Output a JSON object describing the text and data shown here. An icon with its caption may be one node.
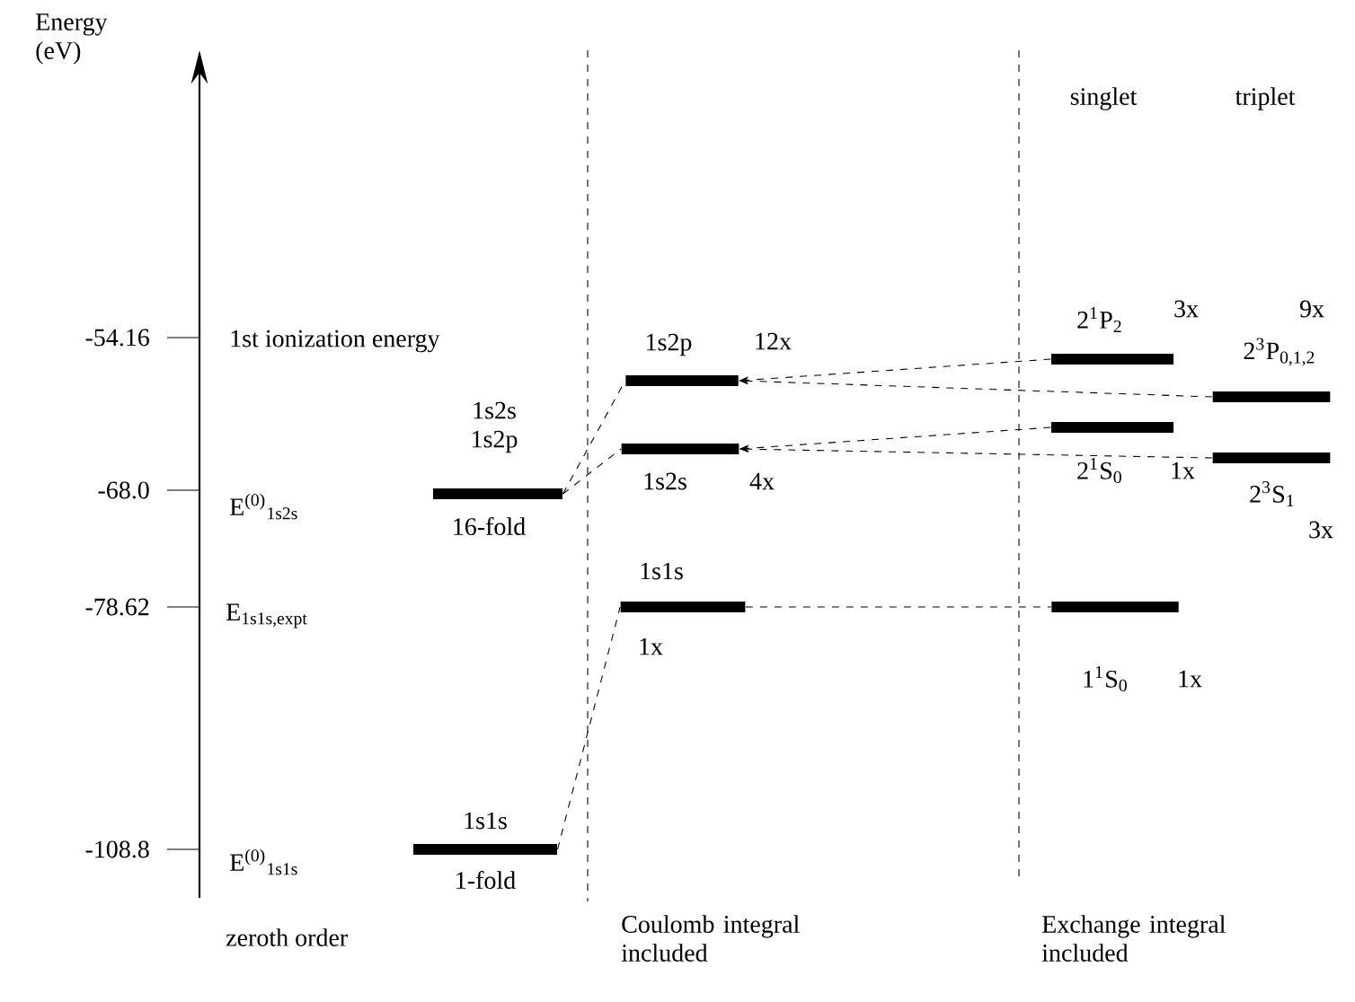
{
  "diagram": {
    "nodes": [
      {
        "text": [
          "1s1s"
        ],
        "beside": [
          "1-fold"
        ]
      },
      {
        "text": [
          "1s2s 1s2p"
        ],
        "beside": [
          "16-fold"
        ]
      },
      {
        "text": [
          "1s2p"
        ],
        "beside": [
          "12x"
        ]
      },
      {
        "text": [
          "1s2s"
        ],
        "beside": [
          "4x"
        ]
      },
      {
        "text": [
          "1s1s"
        ],
        "beside": [
          "1x"
        ]
      },
      {
        "text": [
          "2$^{1}$P$_{2}$"
        ],
        "beside": [
          "3x"
        ]
      },
      {
        "text": [
          "2$^{1}$S$_{0}$"
        ],
        "beside": [
          "1x"
        ]
      },
      {
        "text": [
          "1$^{1}$S$_{0}$"
        ],
        "beside": [
          "1x"
        ]
      },
      {
        "text": [
          "2$^{3}$P$_{0,1,2}$"
        ],
        "beside": [
          "9x"
        ]
      },
      {
        "text": [
          "2$^{3}$S$_{1}$"
        ],
        "beside": [
          "3x"
        ]
      }
    ],
    "edges": [
      {
        "from": 1,
        "to": 2,
        "arrow": "none",
        "style": "dashed"
      },
      {
        "from": 1,
        "to": 3,
        "arrow": "none",
        "style": "dashed"
      },
      {
        "from": 0,
        "to": 4,
        "arrow": "none",
        "style": "dashed"
      },
      {
        "from": 5,
        "to": 2,
        "arrow": "to",
        "style": "dashed"
      },
      {
        "from": 8,
        "to": 2,
        "arrow": "to",
        "style": "dashed"
      },
      {
        "from": 6,
        "to": 3,
        "arrow": "to",
        "style": "dashed"
      },
      {
        "from": 9,
        "to": 3,
        "arrow": "to",
        "style": "dashed"
      },
      {
        "from": 4,
        "to": 7,
        "arrow": "none",
        "style": "dashed"
      }
    ],
    "labels": [
      "Energy (eV)",
      "singlet",
      "triplet",
      "-54.16",
      "1st ionization energy",
      "-68.0",
      "E$^{(0)}$$_{1s2s}$",
      "-78.62",
      "E$_{1s1s,expt}$",
      "-108.8",
      "E$^{(0)}$$_{1s1s}$",
      "zeroth order",
      "Coulomb integral included",
      "Exchange integral included"
    ]
  }
}
